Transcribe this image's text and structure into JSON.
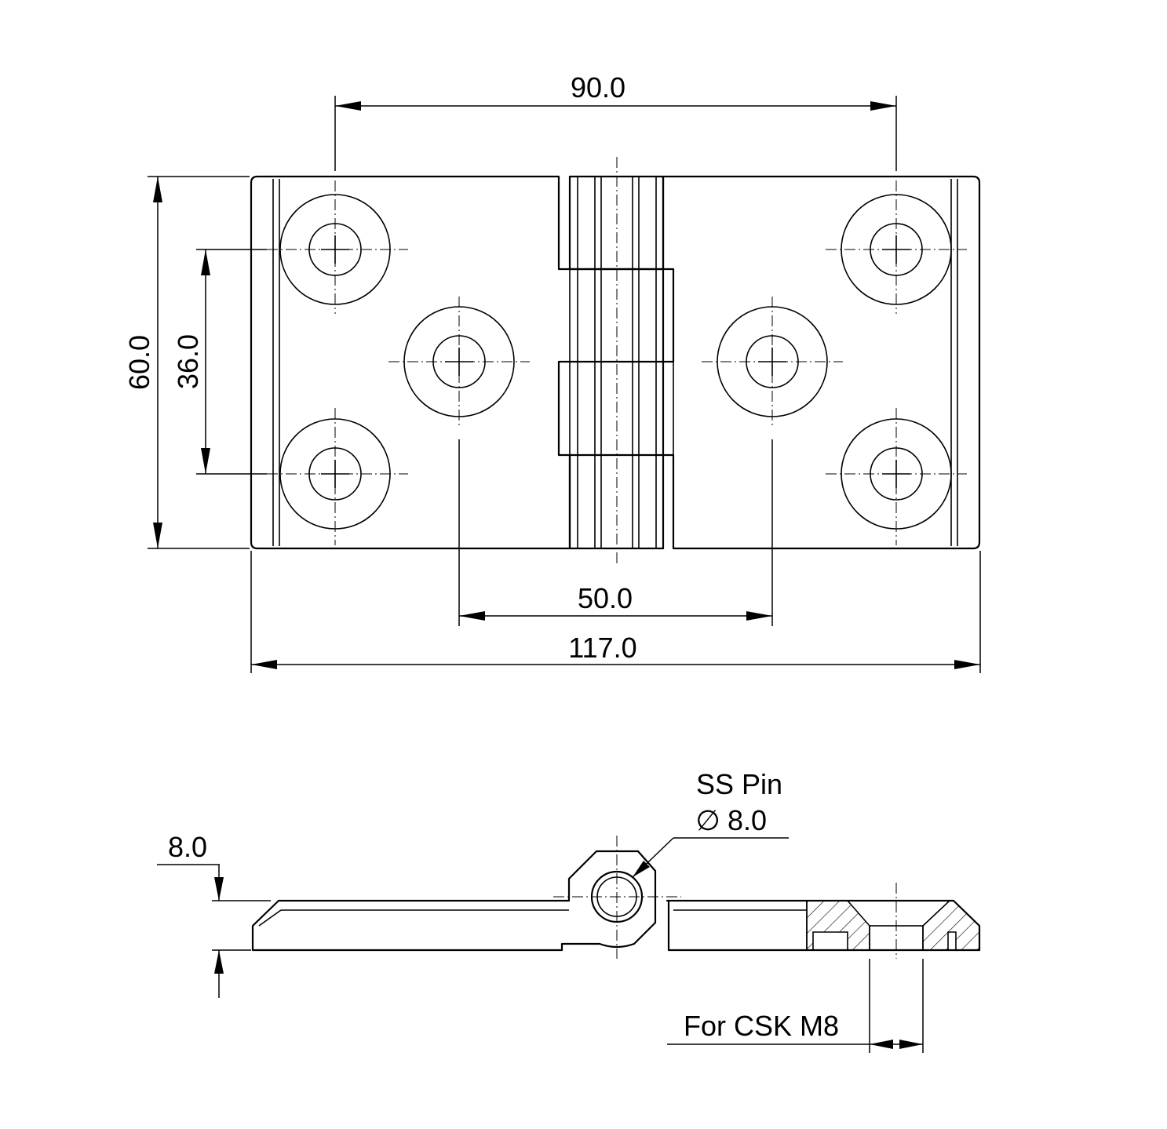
{
  "dimensions": {
    "hole_spacing_horizontal": "90.0",
    "overall_height": "60.0",
    "hole_spacing_vertical": "36.0",
    "center_hole_spacing": "50.0",
    "overall_width": "117.0",
    "thickness": "8.0"
  },
  "annotations": {
    "pin_material": "SS Pin",
    "pin_diameter_symbol": "∅",
    "pin_diameter": "8.0",
    "screw_note": "For CSK M8"
  }
}
